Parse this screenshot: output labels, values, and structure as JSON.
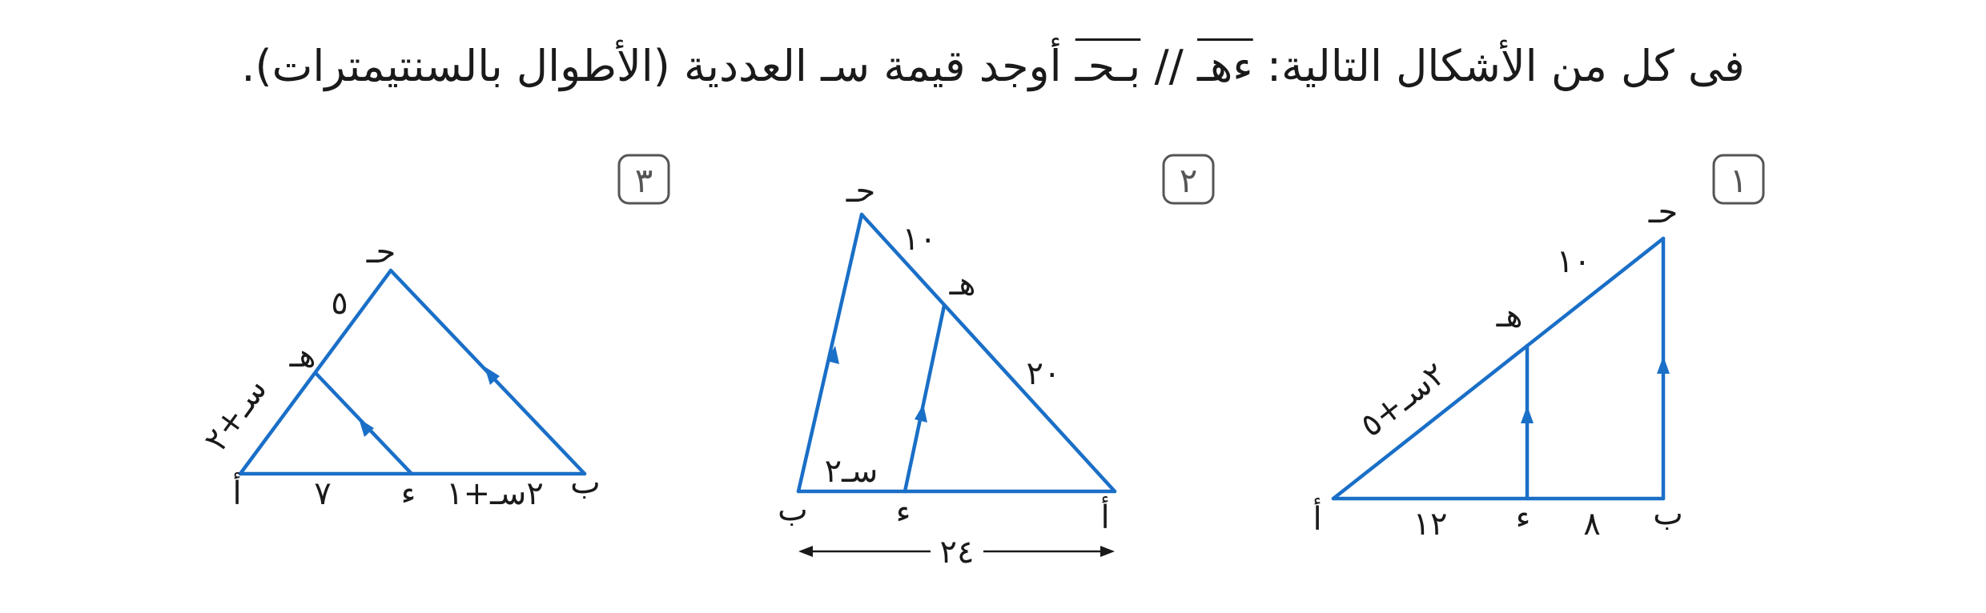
{
  "problem": {
    "part1": "فى كل من الأشكال التالية: ",
    "segment_de": "ءهـ",
    "parallel": " // ",
    "segment_bc": "بـحـ",
    "part2": " أوجد قيمة ",
    "variable": "سـ",
    "part3": " العددية (الأطوال بالسنتيمترات)."
  },
  "figures": [
    {
      "number": "١",
      "vertices": {
        "a": "أ",
        "b": "ب",
        "c": "حـ",
        "d": "ء",
        "e": "هـ"
      },
      "labels": {
        "ad": "١٢",
        "db": "٨",
        "ae": "٢سـ+٥",
        "ec": "١٠"
      }
    },
    {
      "number": "٢",
      "vertices": {
        "a": "أ",
        "b": "ب",
        "c": "حـ",
        "d": "ء",
        "e": "هـ"
      },
      "labels": {
        "bd": "سـ٢",
        "ab": "٢٤",
        "ae": "٢٠",
        "ec": "١٠"
      }
    },
    {
      "number": "٣",
      "vertices": {
        "a": "أ",
        "b": "ب",
        "c": "حـ",
        "d": "ء",
        "e": "هـ"
      },
      "labels": {
        "ad": "٧",
        "db": "٢سـ+١",
        "ae": "سـ+٢",
        "ec": "٥"
      }
    }
  ],
  "colors": {
    "lines": "#1a6fc7",
    "text": "#1a1a1a",
    "badge": "#555555"
  }
}
